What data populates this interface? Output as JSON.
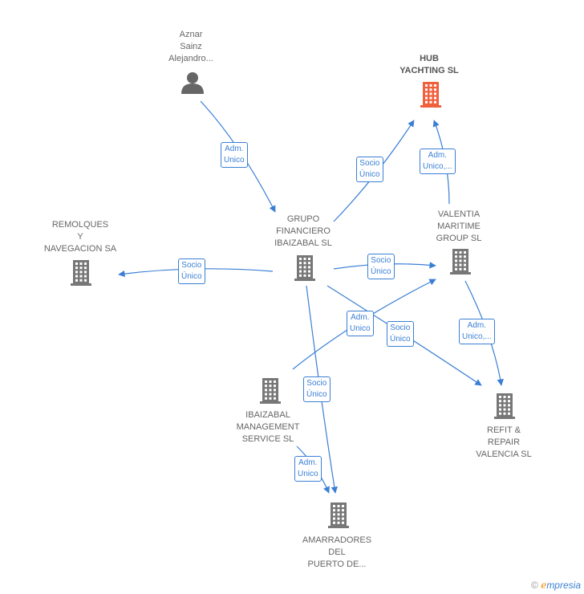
{
  "nodes": [
    {
      "id": "aznar",
      "type": "person",
      "lines": [
        "Aznar",
        "Sainz",
        "Alejandro..."
      ],
      "color": "#666666",
      "main": false
    },
    {
      "id": "hub",
      "type": "company",
      "lines": [
        "HUB",
        "YACHTING  SL"
      ],
      "color": "#f0603c",
      "main": true
    },
    {
      "id": "remolques",
      "type": "company",
      "lines": [
        "REMOLQUES",
        "Y",
        "NAVEGACION SA"
      ],
      "color": "#777777",
      "main": false
    },
    {
      "id": "grupo",
      "type": "company",
      "lines": [
        "GRUPO",
        "FINANCIERO",
        "IBAIZABAL SL"
      ],
      "color": "#777777",
      "main": false
    },
    {
      "id": "valentia",
      "type": "company",
      "lines": [
        "VALENTIA",
        "MARITIME",
        "GROUP  SL"
      ],
      "color": "#777777",
      "main": false
    },
    {
      "id": "ibaizabal",
      "type": "company",
      "lines": [
        "IBAIZABAL",
        "MANAGEMENT",
        "SERVICE  SL"
      ],
      "color": "#777777",
      "main": false
    },
    {
      "id": "refit",
      "type": "company",
      "lines": [
        "REFIT &",
        "REPAIR",
        "VALENCIA  SL"
      ],
      "color": "#777777",
      "main": false
    },
    {
      "id": "amarradores",
      "type": "company",
      "lines": [
        "AMARRADORES",
        "DEL",
        "PUERTO DE..."
      ],
      "color": "#777777",
      "main": false
    }
  ],
  "edges": [
    {
      "from": "aznar",
      "to": "grupo",
      "label": [
        "Adm.",
        "Unico"
      ]
    },
    {
      "from": "grupo",
      "to": "hub",
      "label": [
        "Socio",
        "Único"
      ]
    },
    {
      "from": "valentia",
      "to": "hub",
      "label": [
        "Adm.",
        "Unico,..."
      ]
    },
    {
      "from": "grupo",
      "to": "remolques",
      "label": [
        "Socio",
        "Único"
      ]
    },
    {
      "from": "grupo",
      "to": "valentia",
      "label": [
        "Socio",
        "Único"
      ]
    },
    {
      "from": "ibaizabal",
      "to": "valentia",
      "label": [
        "Adm.",
        "Unico"
      ]
    },
    {
      "from": "grupo",
      "to": "refit",
      "label": [
        "Socio",
        "Único"
      ]
    },
    {
      "from": "valentia",
      "to": "refit",
      "label": [
        "Adm.",
        "Unico,..."
      ]
    },
    {
      "from": "grupo",
      "to": "amarradores",
      "label": [
        "Socio",
        "Único"
      ]
    },
    {
      "from": "ibaizabal",
      "to": "amarradores",
      "label": [
        "Adm.",
        "Unico"
      ]
    }
  ],
  "colors": {
    "edge": "#3a7fd5",
    "main_node": "#f0603c",
    "node": "#777777"
  },
  "footer": {
    "copyright": "©",
    "brand_initial": "e",
    "brand_rest": "mpresia"
  }
}
